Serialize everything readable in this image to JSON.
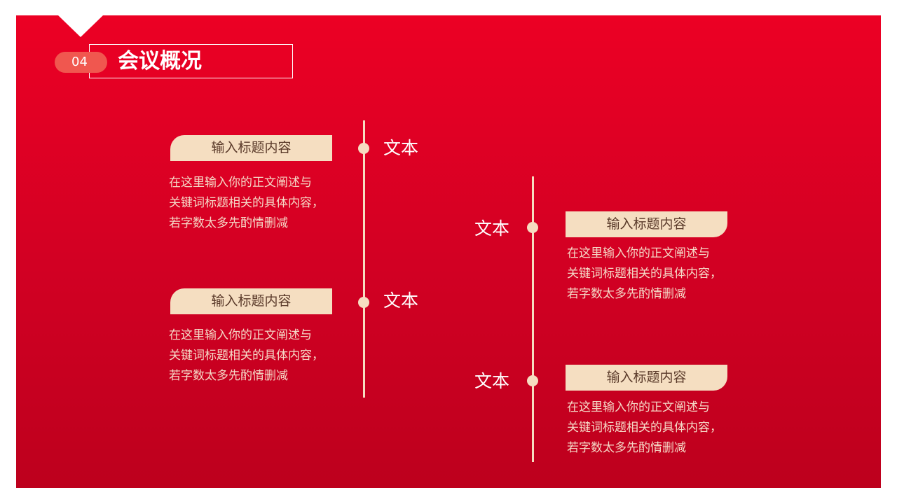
{
  "section": {
    "number": "04",
    "title": "会议概况"
  },
  "colors": {
    "background_top": "#ec0024",
    "background_bottom": "#bd001d",
    "accent_pill": "#f0574f",
    "tag_fill": "#f5dec1",
    "timeline": "#f6dcc0"
  },
  "items": [
    {
      "node_label": "文本",
      "tag": "输入标题内容",
      "desc": [
        "在这里输入你的正文阐述与",
        "关键词标题相关的具体内容，",
        "若字数太多先酌情删减"
      ]
    },
    {
      "node_label": "文本",
      "tag": "输入标题内容",
      "desc": [
        "在这里输入你的正文阐述与",
        "关键词标题相关的具体内容，",
        "若字数太多先酌情删减"
      ]
    },
    {
      "node_label": "文本",
      "tag": "输入标题内容",
      "desc": [
        "在这里输入你的正文阐述与",
        "关键词标题相关的具体内容，",
        "若字数太多先酌情删减"
      ]
    },
    {
      "node_label": "文本",
      "tag": "输入标题内容",
      "desc": [
        "在这里输入你的正文阐述与",
        "关键词标题相关的具体内容，",
        "若字数太多先酌情删减"
      ]
    }
  ]
}
